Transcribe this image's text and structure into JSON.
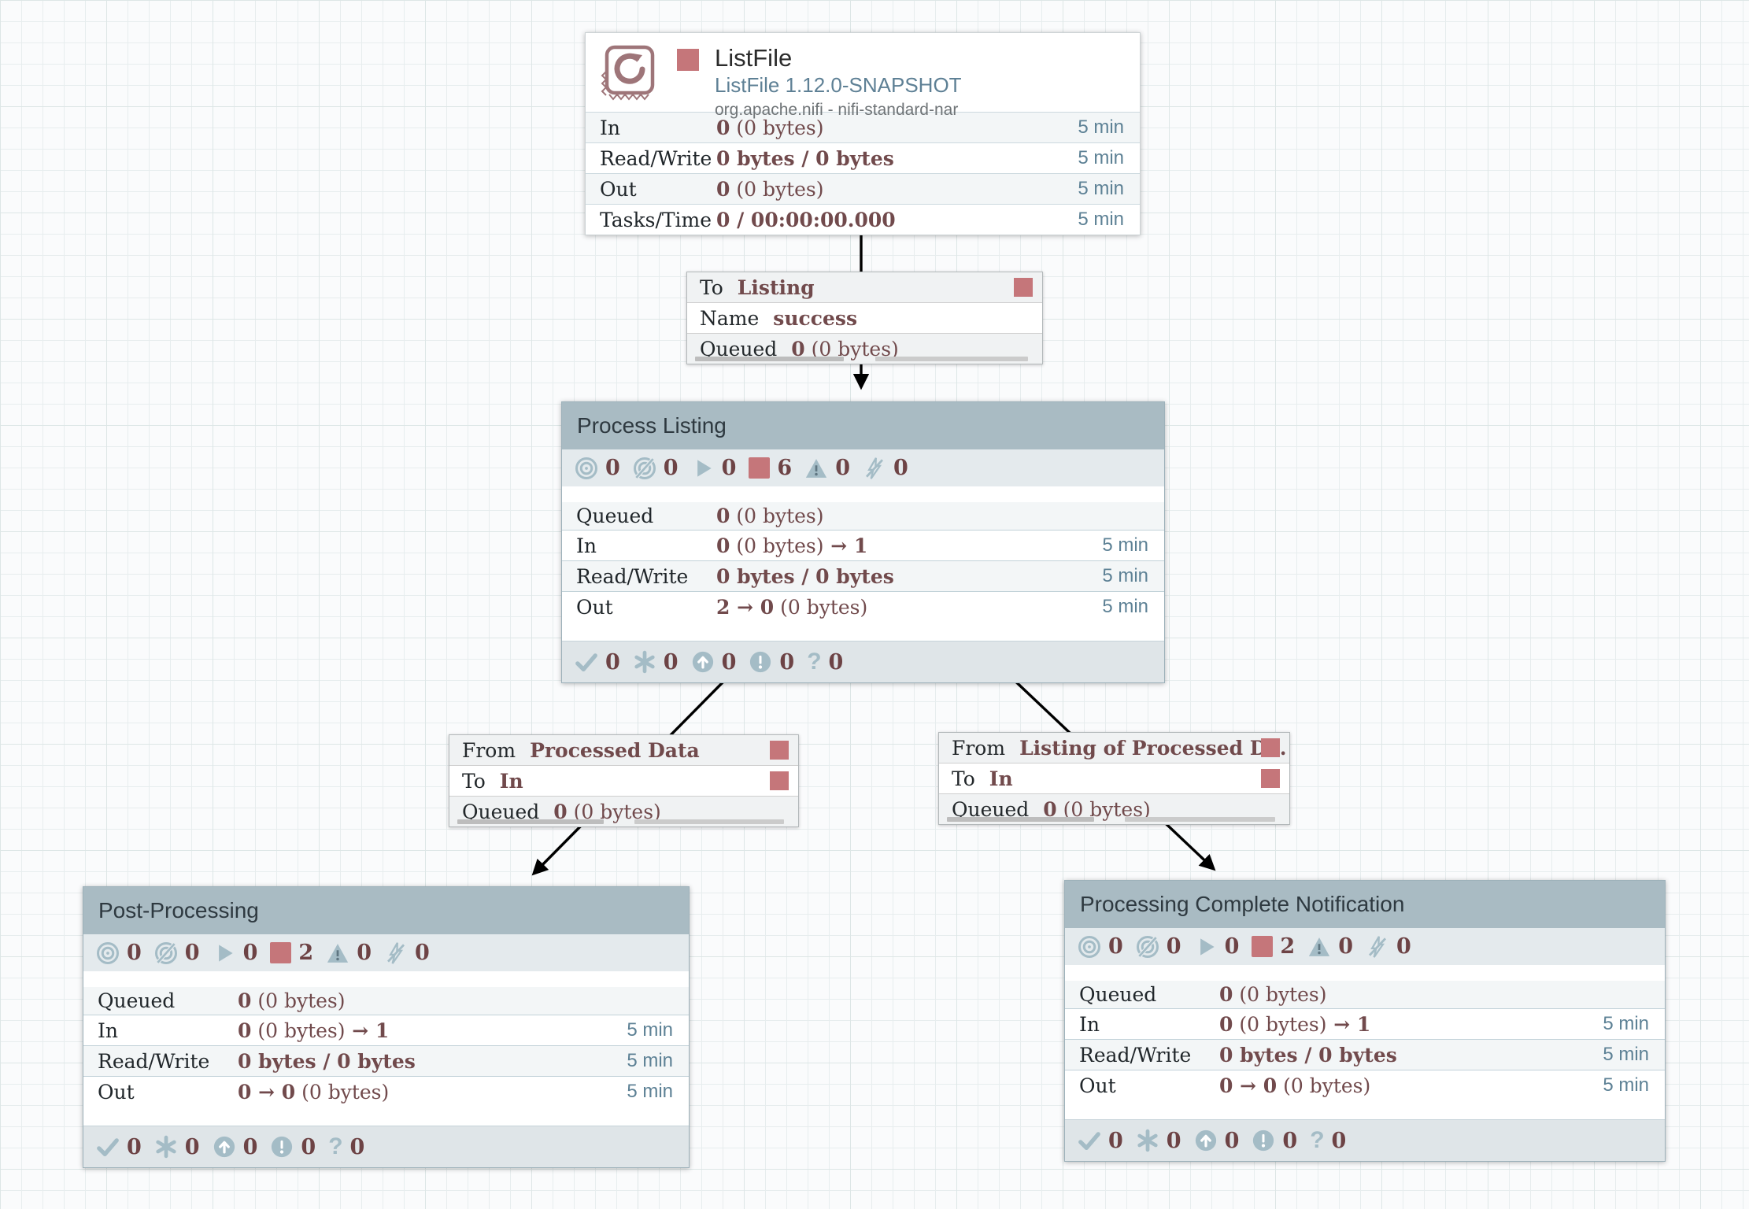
{
  "colors": {
    "stopped_red": "#c5767a",
    "status_icon_blue_gray": "#a4bcc6",
    "value_maroon": "#714a4c",
    "time_slate": "#5d8195",
    "group_header_bar": "#a9bbc3",
    "connection_line": "#000000"
  },
  "icon_legend": {
    "transmitting": "bullseye",
    "not_transmitting": "bullseye-slash",
    "running": "play-triangle",
    "stopped": "red-square",
    "invalid": "warning-triangle",
    "disabled": "bolt-slash",
    "up_to_date": "check",
    "locally_modified": "asterisk",
    "stale": "arrow-up-circle",
    "locally_modified_stale": "exclamation-circle",
    "sync_failure": "question-mark"
  },
  "processor": {
    "name": "ListFile",
    "type": "ListFile 1.12.0-SNAPSHOT",
    "bundle": "org.apache.nifi - nifi-standard-nar",
    "stats": [
      {
        "label": "In",
        "bold": "0",
        "normal": " (0 bytes)",
        "bold2": "",
        "time": "5 min"
      },
      {
        "label": "Read/Write",
        "bold": "0 bytes / 0 bytes",
        "normal": "",
        "bold2": "",
        "time": "5 min"
      },
      {
        "label": "Out",
        "bold": "0",
        "normal": " (0 bytes)",
        "bold2": "",
        "time": "5 min"
      },
      {
        "label": "Tasks/Time",
        "bold": "0 / 00:00:00.000",
        "normal": "",
        "bold2": "",
        "time": "5 min"
      }
    ]
  },
  "connections": [
    {
      "rows": [
        {
          "key": "To",
          "value": "Listing"
        },
        {
          "key": "Name",
          "value": "success"
        },
        {
          "key": "Queued",
          "bold": "0",
          "normal": " (0 bytes)"
        }
      ]
    },
    {
      "rows": [
        {
          "key": "From",
          "value": "Processed Data"
        },
        {
          "key": "To",
          "value": "In"
        },
        {
          "key": "Queued",
          "bold": "0",
          "normal": " (0 bytes)"
        }
      ]
    },
    {
      "rows": [
        {
          "key": "From",
          "value": "Listing of Processed D…"
        },
        {
          "key": "To",
          "value": "In"
        },
        {
          "key": "Queued",
          "bold": "0",
          "normal": " (0 bytes)"
        }
      ]
    }
  ],
  "groups": [
    {
      "name": "Process Listing",
      "badges": {
        "transmitting": 0,
        "not_transmitting": 0,
        "running": 0,
        "stopped": 6,
        "invalid": 0,
        "disabled": 0
      },
      "queued": {
        "label": "Queued",
        "bold": "0",
        "normal": " (0 bytes)"
      },
      "stats": [
        {
          "label": "In",
          "bold": "0",
          "normal": " (0 bytes)",
          "bold2": " → 1",
          "time": "5 min"
        },
        {
          "label": "Read/Write",
          "bold": "0 bytes / 0 bytes",
          "normal": "",
          "bold2": "",
          "time": "5 min"
        },
        {
          "label": "Out",
          "bold": "2 → 0",
          "normal": " (0 bytes)",
          "bold2": "",
          "time": "5 min"
        }
      ],
      "versioned": {
        "up_to_date": 0,
        "locally_modified": 0,
        "stale": 0,
        "locally_modified_stale": 0,
        "sync_failure": 0
      }
    },
    {
      "name": "Post-Processing",
      "badges": {
        "transmitting": 0,
        "not_transmitting": 0,
        "running": 0,
        "stopped": 2,
        "invalid": 0,
        "disabled": 0
      },
      "queued": {
        "label": "Queued",
        "bold": "0",
        "normal": " (0 bytes)"
      },
      "stats": [
        {
          "label": "In",
          "bold": "0",
          "normal": " (0 bytes)",
          "bold2": " → 1",
          "time": "5 min"
        },
        {
          "label": "Read/Write",
          "bold": "0 bytes / 0 bytes",
          "normal": "",
          "bold2": "",
          "time": "5 min"
        },
        {
          "label": "Out",
          "bold": "0 → 0",
          "normal": " (0 bytes)",
          "bold2": "",
          "time": "5 min"
        }
      ],
      "versioned": {
        "up_to_date": 0,
        "locally_modified": 0,
        "stale": 0,
        "locally_modified_stale": 0,
        "sync_failure": 0
      }
    },
    {
      "name": "Processing Complete Notification",
      "badges": {
        "transmitting": 0,
        "not_transmitting": 0,
        "running": 0,
        "stopped": 2,
        "invalid": 0,
        "disabled": 0
      },
      "queued": {
        "label": "Queued",
        "bold": "0",
        "normal": " (0 bytes)"
      },
      "stats": [
        {
          "label": "In",
          "bold": "0",
          "normal": " (0 bytes)",
          "bold2": " → 1",
          "time": "5 min"
        },
        {
          "label": "Read/Write",
          "bold": "0 bytes / 0 bytes",
          "normal": "",
          "bold2": "",
          "time": "5 min"
        },
        {
          "label": "Out",
          "bold": "0 → 0",
          "normal": " (0 bytes)",
          "bold2": "",
          "time": "5 min"
        }
      ],
      "versioned": {
        "up_to_date": 0,
        "locally_modified": 0,
        "stale": 0,
        "locally_modified_stale": 0,
        "sync_failure": 0
      }
    }
  ]
}
